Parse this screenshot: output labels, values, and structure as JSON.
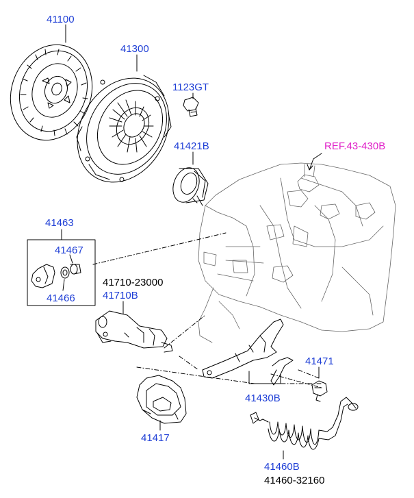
{
  "colors": {
    "part_label": "#1f3fd6",
    "reference_label": "#e020c8",
    "plain_label": "#000000",
    "line_art": "#000000"
  },
  "parts": {
    "clutch_disc": "41100",
    "pressure_plate": "41300",
    "bolt": "1123GT",
    "release_bearing": "41421B",
    "transaxle_reference": "REF.43-430B",
    "bracket_kit": "41463",
    "bracket_bushing": "41467",
    "bracket_clip": "41466",
    "release_cylinder_assy": "41710-23000",
    "release_cylinder": "41710B",
    "release_fork": "41430B",
    "fork_pivot": "41471",
    "boot": "41417",
    "hose": "41460B",
    "hose_assy": "41460-32160"
  }
}
